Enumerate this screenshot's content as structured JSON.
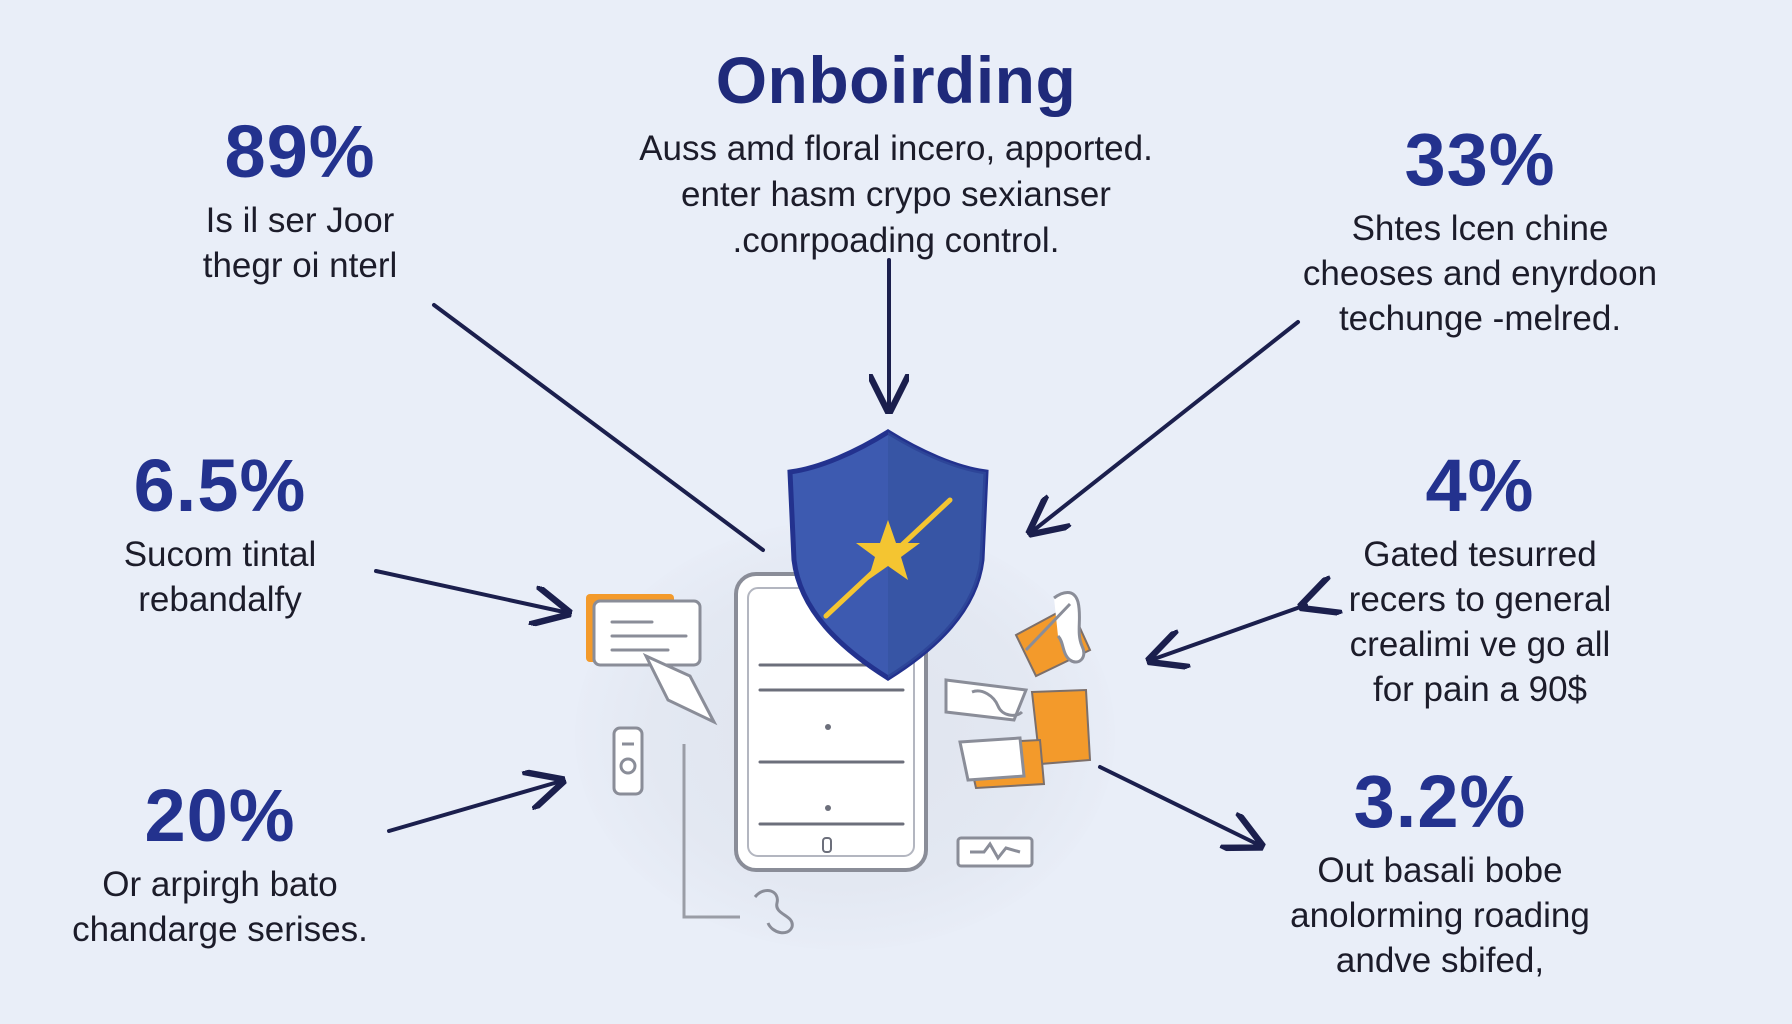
{
  "title": "Onboirding",
  "subtitle": [
    "Auss amd floral incero, apported.",
    "enter hasm crypo sexianser",
    ".conrpoading control."
  ],
  "stats": {
    "s1": {
      "value": "89%",
      "lines": [
        "Is il ser Joor",
        "thegr oi nterl"
      ]
    },
    "s2": {
      "value": "6.5%",
      "lines": [
        "Sucom tintal",
        "rebandalfy"
      ]
    },
    "s3": {
      "value": "20%",
      "lines": [
        "Or arpirgh bato",
        "chandarge serises."
      ]
    },
    "s4": {
      "value": "33%",
      "lines": [
        "Shtes lcen chine",
        "cheoses and enyrdoon",
        "techunge -melred."
      ]
    },
    "s5": {
      "value": "4%",
      "lines": [
        "Gated tesurred",
        "recers to general",
        "crealimi ve go all",
        "for pain a 90$"
      ]
    },
    "s6": {
      "value": "3.2%",
      "lines": [
        "Out basali bobe",
        "anolorming roading",
        "andve sbifed,"
      ]
    }
  },
  "colors": {
    "background": "#e9eef8",
    "title": "#1f2a7a",
    "stat_value": "#23328e",
    "arrow": "#1b1f4d",
    "shield": "#3d5ab0",
    "star": "#f4c531",
    "accent_orange": "#f39a2b"
  },
  "icons": [
    "shield-icon",
    "star-icon",
    "document-icon",
    "card-icon",
    "cash-icon",
    "phone-icon",
    "key-icon"
  ]
}
